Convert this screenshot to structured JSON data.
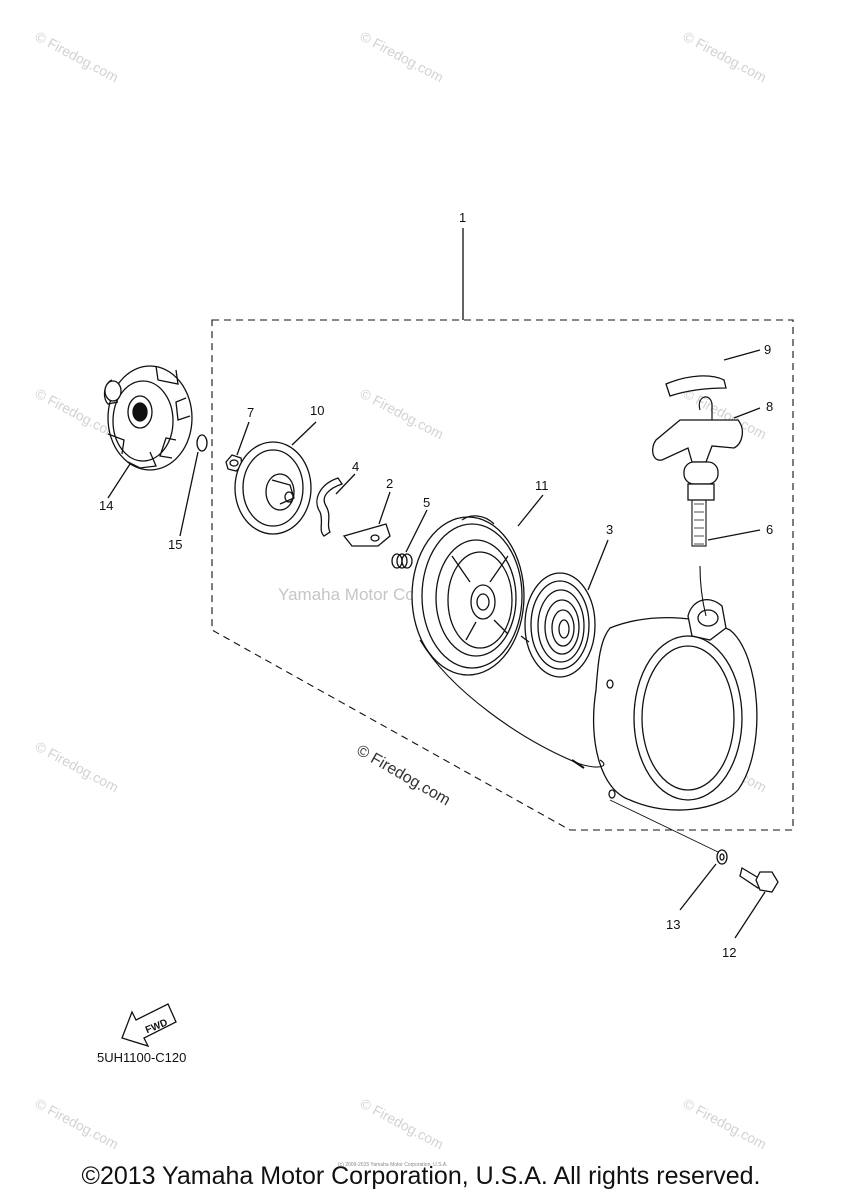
{
  "watermark": {
    "text": "© Firedog.com"
  },
  "center_watermark": "Yamaha Motor Corp., U.S.A",
  "firedog_center": "© Firedog.com",
  "callouts": {
    "c1": "1",
    "c2": "2",
    "c3": "3",
    "c4": "4",
    "c5": "5",
    "c6": "6",
    "c7": "7",
    "c8": "8",
    "c9": "9",
    "c10": "10",
    "c11": "11",
    "c12": "12",
    "c13": "13",
    "c14": "14",
    "c15": "15"
  },
  "fwd_label": "FWD",
  "part_code": "5UH1100-C120",
  "tiny_copyright": "(c) 2009-2015 Yamaha Motor Corporation, U.S.A.",
  "copyright": "©2013 Yamaha Motor Corporation, U.S.A. All rights reserved.",
  "colors": {
    "line": "#111111",
    "watermark": "#d2d2d2"
  }
}
